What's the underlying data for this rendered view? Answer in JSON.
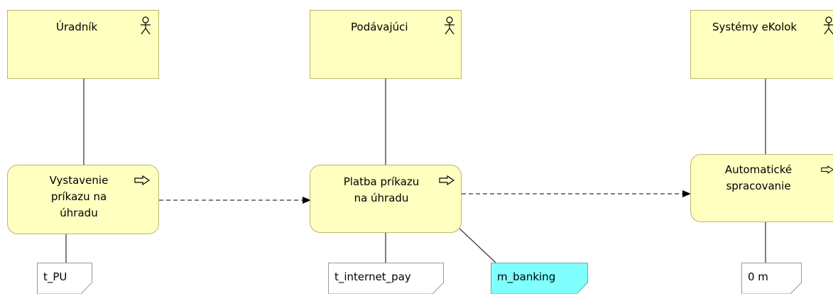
{
  "actors": [
    {
      "label": "Úradník",
      "icon": "person-icon"
    },
    {
      "label": "Podávajúci",
      "icon": "person-icon"
    },
    {
      "label": "Systémy eKolok",
      "icon": "person-icon"
    }
  ],
  "processes": [
    {
      "label_lines": [
        "Vystavenie",
        "príkazu na",
        "úhradu"
      ],
      "icon": "process-arrow-icon"
    },
    {
      "label_lines": [
        "Platba príkazu",
        "na úhradu"
      ],
      "icon": "process-arrow-icon"
    },
    {
      "label_lines": [
        "Automatické",
        "spracovanie"
      ],
      "icon": "process-arrow-icon"
    }
  ],
  "documents": [
    {
      "label": "t_PU"
    },
    {
      "label": "t_internet_pay"
    },
    {
      "label": "m_banking"
    },
    {
      "label": "0 m"
    }
  ],
  "colors": {
    "actor_fill": "#ffffc0",
    "process_fill": "#ffffc0",
    "border": "#b8b86a",
    "document_fill": "#ffffff",
    "highlight_document_fill": "#80ffff",
    "connector": "#000000"
  }
}
